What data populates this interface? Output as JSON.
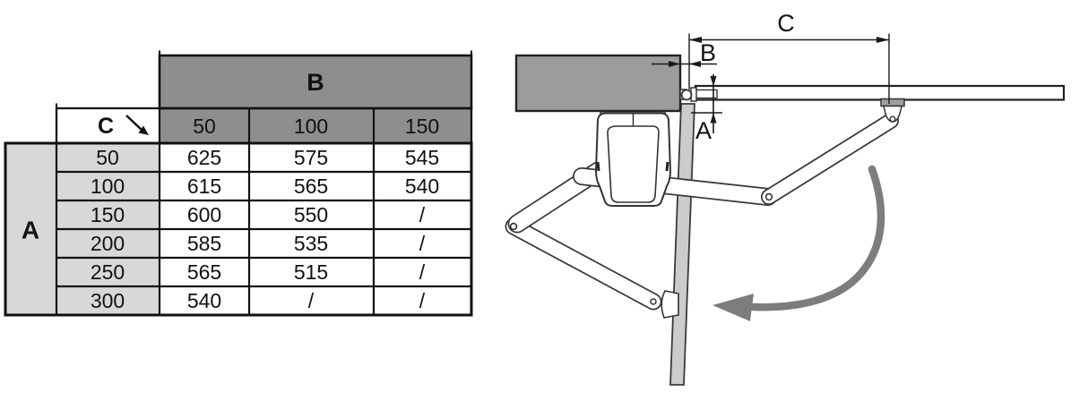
{
  "table": {
    "b_axis_label": "B",
    "c_axis_label": "C",
    "a_axis_label": "A",
    "c_arrow_icon": "diagonal-down-right-arrow",
    "b_values": [
      "50",
      "100",
      "150"
    ],
    "a_values": [
      "50",
      "100",
      "150",
      "200",
      "250",
      "300"
    ],
    "rows": [
      [
        "625",
        "575",
        "545"
      ],
      [
        "615",
        "565",
        "540"
      ],
      [
        "600",
        "550",
        "/"
      ],
      [
        "585",
        "535",
        "/"
      ],
      [
        "565",
        "515",
        "/"
      ],
      [
        "540",
        "/",
        "/"
      ]
    ],
    "colors": {
      "header_bg": "#8e8e8e",
      "label_bg": "#d8d8d8",
      "border": "#111111"
    }
  },
  "diagram": {
    "dim_a_label": "A",
    "dim_b_label": "B",
    "dim_c_label": "C",
    "swing_arrow_icon": "curved-swing-arrow",
    "colors": {
      "pillar": "#9c9c9c",
      "open_gate_post": "#cccccc",
      "swing_arrow": "#7d7d7d",
      "bracket": "#a0a0a0"
    }
  }
}
